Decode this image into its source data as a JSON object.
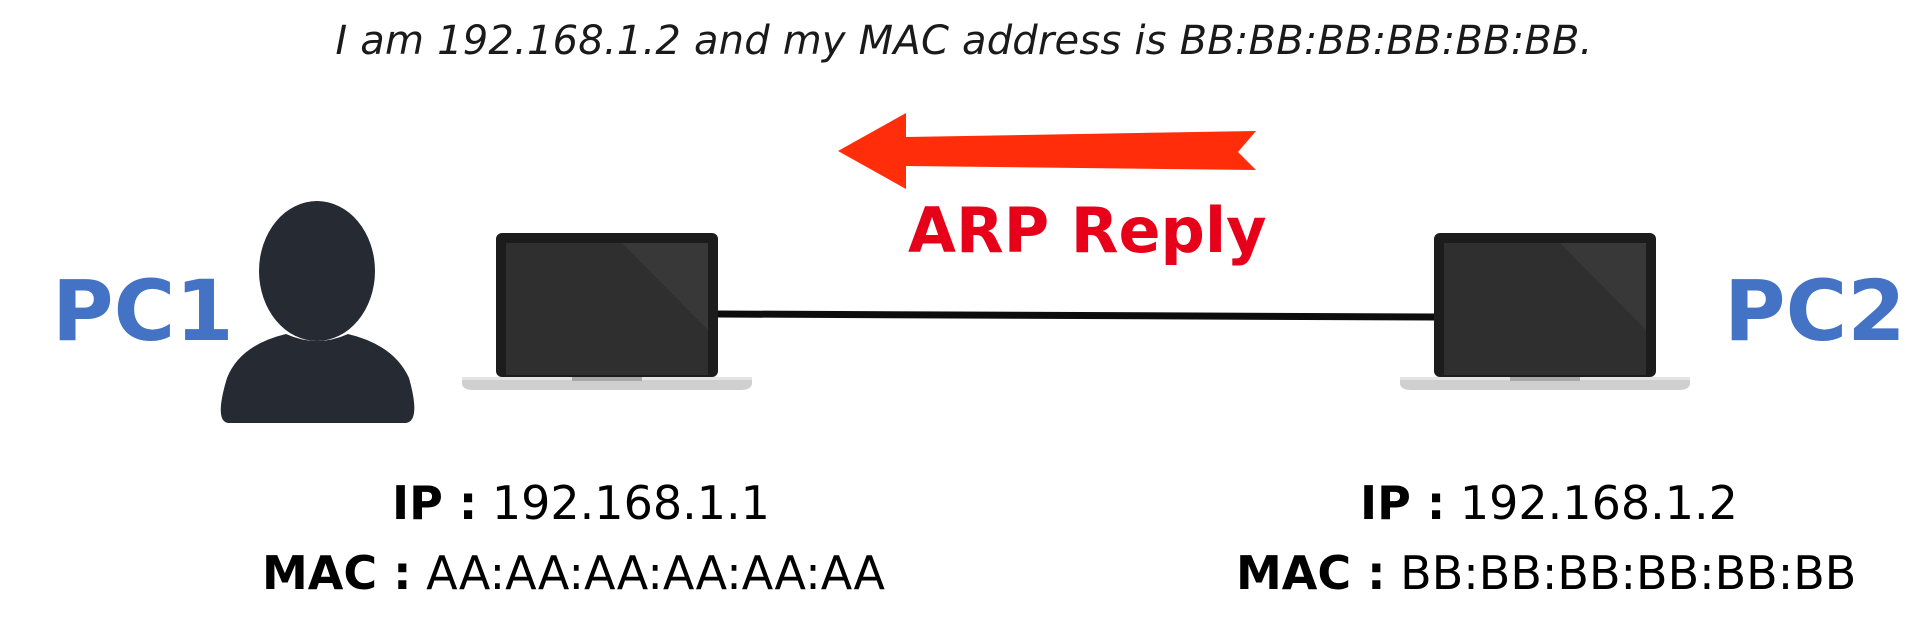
{
  "caption": "I am 192.168.1.2 and my MAC address is BB:BB:BB:BB:BB:BB.",
  "message": {
    "label": "ARP Reply",
    "direction": "PC2 to PC1",
    "arrow_color": "#ff2d0a",
    "label_color": "#e6001a"
  },
  "pc_label_color": "#4472c4",
  "person_icon_color": "#252a33",
  "pc1": {
    "label": "PC1",
    "ip_key": "IP :",
    "ip_value": "192.168.1.1",
    "mac_key": "MAC :",
    "mac_value": "AA:AA:AA:AA:AA:AA",
    "icon": "laptop-icon",
    "user_icon": "user-icon"
  },
  "pc2": {
    "label": "PC2",
    "ip_key": "IP :",
    "ip_value": "192.168.1.2",
    "mac_key": "MAC :",
    "mac_value": "BB:BB:BB:BB:BB:BB",
    "icon": "laptop-icon"
  }
}
